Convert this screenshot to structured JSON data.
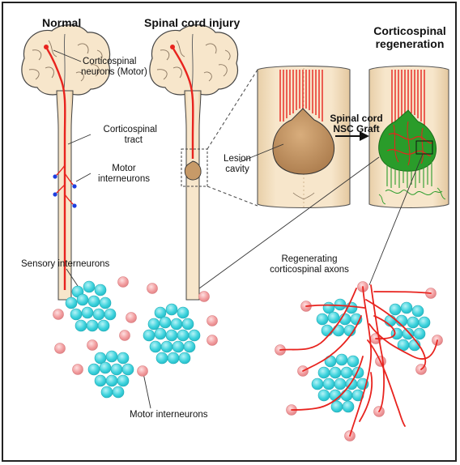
{
  "headings": {
    "normal": "Normal",
    "injury": "Spinal cord injury",
    "regen_line1": "Corticospinal",
    "regen_line2": "regeneration"
  },
  "labels": {
    "cs_neurons_1": "Corticospinal",
    "cs_neurons_2": "neurons (Motor)",
    "cs_tract_1": "Corticospinal",
    "cs_tract_2": "tract",
    "motor_inter_1": "Motor",
    "motor_inter_2": "interneurons",
    "lesion_1": "Lesion",
    "lesion_2": "cavity",
    "graft_1": "Spinal cord",
    "graft_2": "NSC Graft",
    "sensory": "Sensory interneurons",
    "regen_axons_1": "Regenerating",
    "regen_axons_2": "corticospinal axons",
    "motor_bottom": "Motor interneurons"
  },
  "colors": {
    "tissue": "#f6e3c6",
    "tissue_stroke": "#555555",
    "axon": "#e8231e",
    "graft_green": "#2a9c2a",
    "lesion": "#c79a68",
    "sensory_cell": "#3fd3dd",
    "motor_cell": "#f29ea0",
    "motor_dot": "#1e3fe0"
  }
}
